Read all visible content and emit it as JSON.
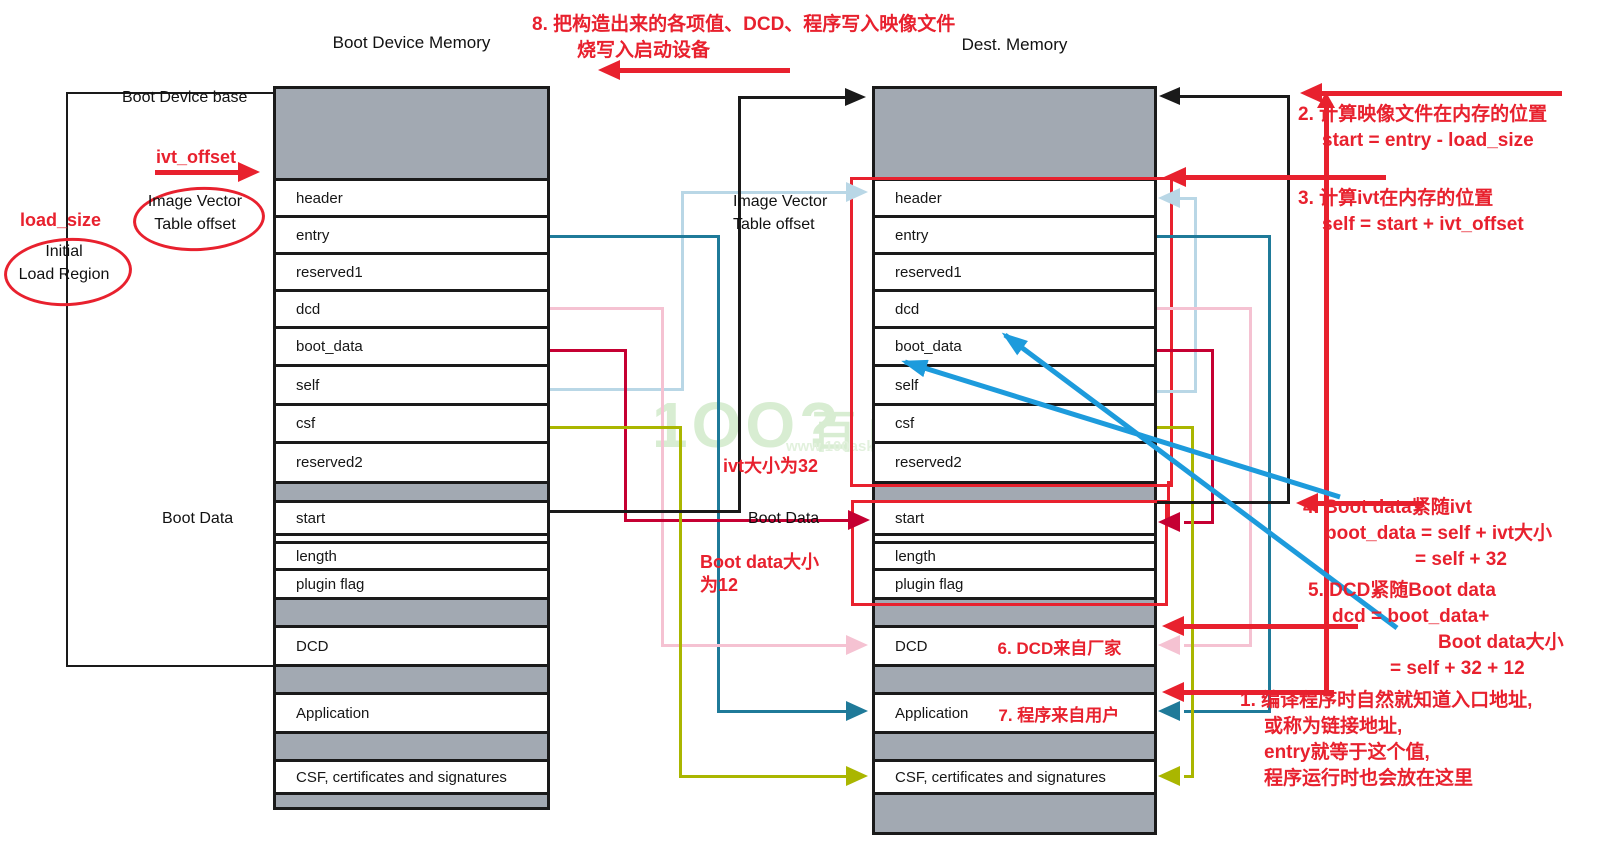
{
  "columns": {
    "left": {
      "title": "Boot Device Memory",
      "rows": [
        {
          "type": "gray",
          "h": 89,
          "label": ""
        },
        {
          "type": "field",
          "h": 37,
          "label": "header"
        },
        {
          "type": "field",
          "h": 37,
          "label": "entry"
        },
        {
          "type": "field",
          "h": 37,
          "label": "reserved1"
        },
        {
          "type": "field",
          "h": 37,
          "label": "dcd"
        },
        {
          "type": "field",
          "h": 38,
          "label": "boot_data"
        },
        {
          "type": "field",
          "h": 39,
          "label": "self"
        },
        {
          "type": "field",
          "h": 38,
          "label": "csf"
        },
        {
          "type": "field",
          "h": 40,
          "label": "reserved2"
        },
        {
          "type": "gray",
          "h": 19,
          "label": ""
        },
        {
          "type": "field",
          "h": 33,
          "label": "start"
        },
        {
          "type": "gap",
          "h": 8,
          "label": ""
        },
        {
          "type": "field",
          "h": 27,
          "label": "length"
        },
        {
          "type": "field",
          "h": 29,
          "label": "plugin flag"
        },
        {
          "type": "gray",
          "h": 28,
          "label": ""
        },
        {
          "type": "field",
          "h": 39,
          "label": "DCD"
        },
        {
          "type": "gray",
          "h": 28,
          "label": ""
        },
        {
          "type": "field",
          "h": 39,
          "label": "Application"
        },
        {
          "type": "gray",
          "h": 28,
          "label": ""
        },
        {
          "type": "field",
          "h": 33,
          "label": "CSF, certificates and signatures"
        },
        {
          "type": "gray",
          "h": 15,
          "label": ""
        }
      ]
    },
    "right": {
      "title": "Dest. Memory",
      "rows": [
        {
          "type": "gray",
          "h": 89,
          "label": ""
        },
        {
          "type": "field",
          "h": 37,
          "label": "header"
        },
        {
          "type": "field",
          "h": 37,
          "label": "entry"
        },
        {
          "type": "field",
          "h": 37,
          "label": "reserved1"
        },
        {
          "type": "field",
          "h": 37,
          "label": "dcd"
        },
        {
          "type": "field",
          "h": 38,
          "label": "boot_data"
        },
        {
          "type": "field",
          "h": 39,
          "label": "self"
        },
        {
          "type": "field",
          "h": 38,
          "label": "csf"
        },
        {
          "type": "field",
          "h": 40,
          "label": "reserved2"
        },
        {
          "type": "gray",
          "h": 19,
          "label": ""
        },
        {
          "type": "field",
          "h": 33,
          "label": "start"
        },
        {
          "type": "gap",
          "h": 8,
          "label": ""
        },
        {
          "type": "field",
          "h": 27,
          "label": "length"
        },
        {
          "type": "field",
          "h": 29,
          "label": "plugin flag"
        },
        {
          "type": "gray",
          "h": 28,
          "label": ""
        },
        {
          "type": "field",
          "h": 39,
          "label": "DCD",
          "note": "6. DCD来自厂家",
          "note_margin": 70
        },
        {
          "type": "gray",
          "h": 28,
          "label": ""
        },
        {
          "type": "field",
          "h": 39,
          "label": "Application",
          "note": "7. 程序来自用户",
          "note_margin": 30
        },
        {
          "type": "gray",
          "h": 28,
          "label": ""
        },
        {
          "type": "field",
          "h": 33,
          "label": "CSF, certificates and signatures"
        },
        {
          "type": "gray",
          "h": 40,
          "label": ""
        }
      ]
    }
  },
  "labels": {
    "boot_device_base": "Boot Device base",
    "ivt_offset": "ivt_offset",
    "load_size": "load_size",
    "ivt_ellipse_line1": "Image Vector",
    "ivt_ellipse_line2": "Table offset",
    "initial_line1": "Initial",
    "initial_line2": "Load Region",
    "boot_data_left": "Boot Data",
    "mid_ivt_line1": "Image Vector",
    "mid_ivt_line2": "Table offset",
    "mid_boot_data": "Boot Data",
    "ivt_size_note": "ivt大小为32",
    "boot_data_size_line1": "Boot data大小",
    "boot_data_size_line2": "为12"
  },
  "notes": {
    "n1": {
      "lines": [
        "1. 编译程序时自然就知道入口地址,",
        "或称为链接地址,",
        "entry就等于这个值,",
        "程序运行时也会放在这里"
      ]
    },
    "n2": {
      "lines": [
        "2. 计算映像文件在内存的位置",
        "start = entry - load_size"
      ]
    },
    "n3": {
      "lines": [
        "3. 计算ivt在内存的位置",
        "self = start + ivt_offset"
      ]
    },
    "n4": {
      "lines": [
        "4. Boot data紧随ivt",
        "boot_data = self + ivt大小",
        "= self + 32"
      ]
    },
    "n5": {
      "lines": [
        "5. DCD紧随Boot data",
        "dcd = boot_data+",
        "Boot data大小",
        "= self + 32 + 12"
      ]
    },
    "n8": {
      "lines": [
        "8. 把构造出来的各项值、DCD、程序写入映像文件",
        "烧写入启动设备"
      ]
    }
  },
  "watermark": {
    "logo": "1OO?",
    "brand": "百问网",
    "url": "www.100ask.net"
  },
  "colors": {
    "annotation_red": "#e8212e",
    "crimson_connector": "#c50032",
    "teal_connector": "#1f7a99",
    "pale_blue_connector": "#b9d7e6",
    "pink_connector": "#f5c2d2",
    "olive_connector": "#aab600",
    "thick_blue": "#1d9bdc",
    "gray_fill": "#a2a9b2",
    "line_black": "#1a1a1a",
    "watermark_green": "#d8edd2"
  }
}
